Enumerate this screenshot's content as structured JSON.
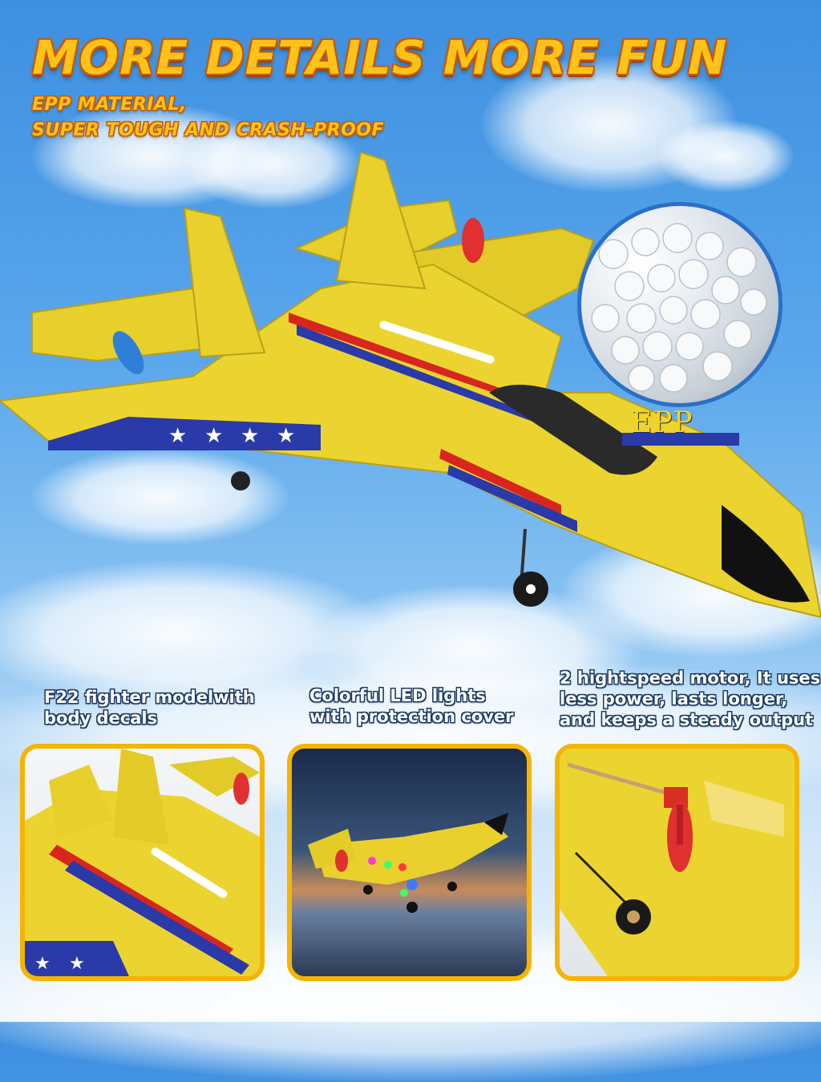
{
  "headline": "MORE DETAILS MORE FUN",
  "subline": {
    "line1": "EPP MATERIAL,",
    "line2": "SUPER TOUGH AND CRASH-PROOF"
  },
  "material_badge": "EPP",
  "features": [
    {
      "text_lines": [
        "F22 fighter modelwith",
        "body decals"
      ]
    },
    {
      "text_lines": [
        "Colorful LED lights",
        "with protection cover"
      ]
    },
    {
      "text_lines": [
        "2 hightspeed motor, It uses",
        "less power, lasts longer,",
        "and keeps a steady output"
      ]
    }
  ],
  "colors": {
    "accent_yellow": "#ffc21a",
    "outline_orange": "#c85a00",
    "panel_border": "#f5b400",
    "plane_yellow": "#ecd430",
    "decal_blue": "#2a3aa8",
    "decal_red": "#d8261e"
  }
}
